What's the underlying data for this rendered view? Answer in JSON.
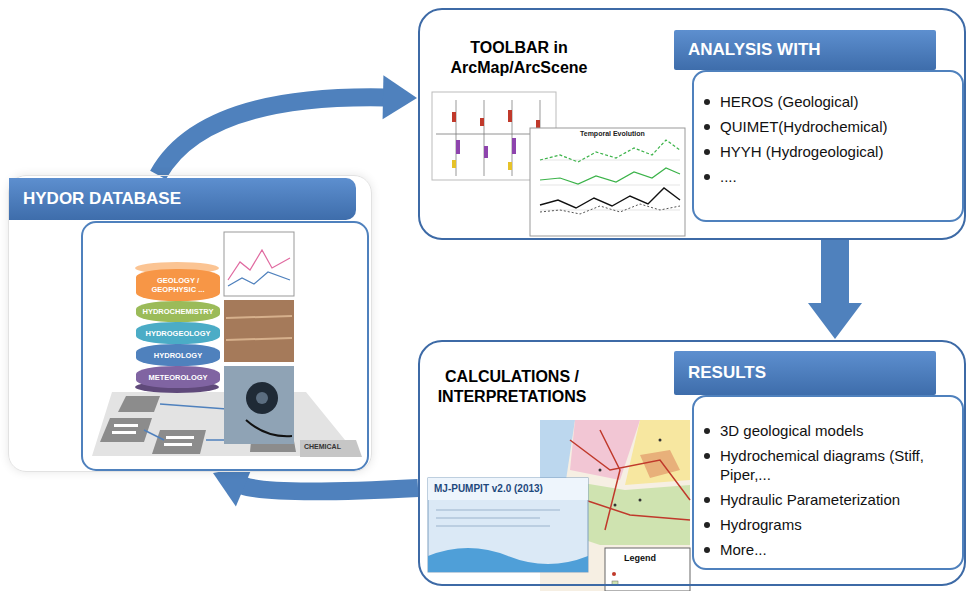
{
  "diagram": {
    "nodes": [
      {
        "text": [
          "HYDOR DATABASE"
        ]
      },
      {
        "text": [
          "GEOLOGY / GEOPHYSIC ..."
        ],
        "in": 0
      },
      {
        "text": [
          "HYDROCHEMISTRY"
        ],
        "in": 0
      },
      {
        "text": [
          "HYDROGEOLOGY"
        ],
        "in": 0
      },
      {
        "text": [
          "HYDROLOGY"
        ],
        "in": 0
      },
      {
        "text": [
          "METEOROLOGY"
        ],
        "in": 0
      },
      {
        "text": [
          "TOOLBAR in ArcMap/ArcScene"
        ]
      },
      {
        "text": [
          "ANALYSIS WITH"
        ],
        "in": 6
      },
      {
        "text": [
          "HEROS (Geological)",
          "QUIMET(Hydrochemical)",
          "HYYH (Hydrogeological)",
          "...."
        ],
        "in": 6
      },
      {
        "text": [
          "CALCULATIONS / INTERPRETATIONS"
        ]
      },
      {
        "text": [
          "RESULTS"
        ],
        "in": 9
      },
      {
        "text": [
          "3D geological models",
          "Hydrochemical diagrams (Stiff, Piper,...",
          "Hydraulic Parameterization",
          "Hydrograms",
          "More..."
        ],
        "in": 9
      }
    ],
    "edges": [
      {
        "from": 0,
        "to": 6,
        "arrow": "to"
      },
      {
        "from": 6,
        "to": 9,
        "arrow": "to"
      },
      {
        "from": 9,
        "to": 0,
        "arrow": "to"
      }
    ],
    "labels": [
      "Temporal Evolution",
      "CHEMICAL",
      "MJ-PUMPIT v2.0 (2013)",
      "Legend"
    ]
  }
}
